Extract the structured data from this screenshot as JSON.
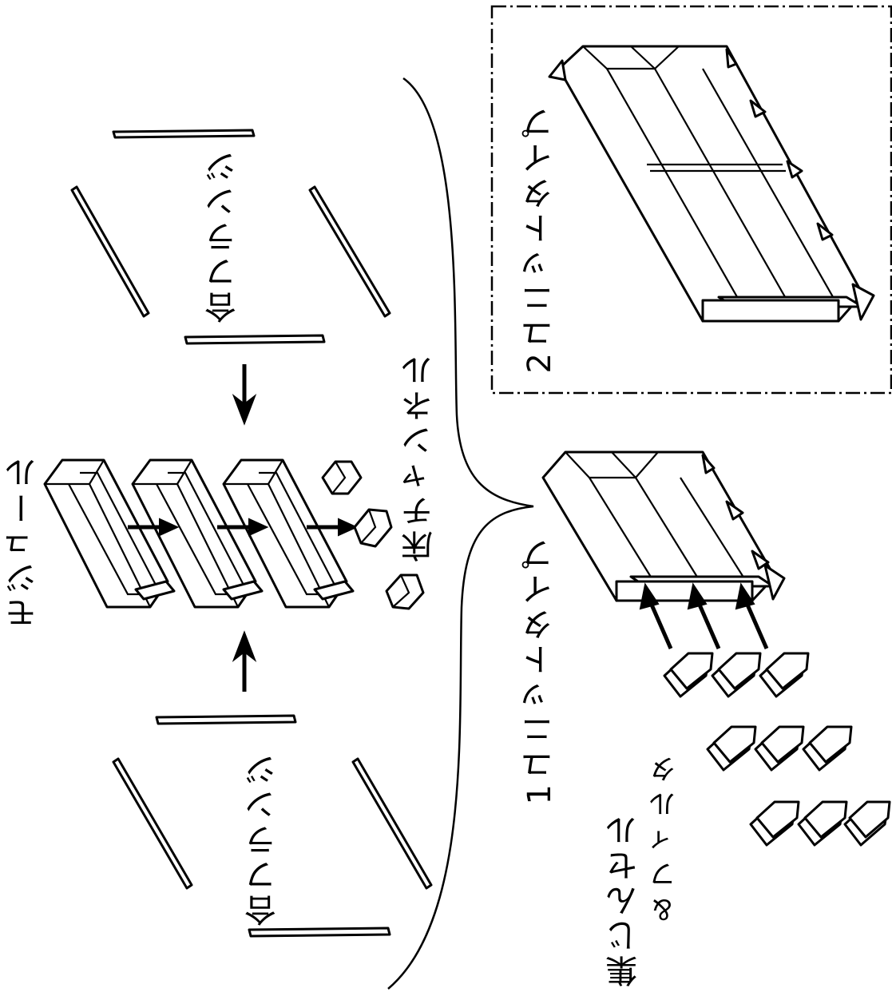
{
  "labels": {
    "module": "モジュール",
    "flange_top": "合フランジ",
    "flange_bottom": "合フランジ",
    "floor_channel": "床チャンネル",
    "one_unit": "1ユニットタイプ",
    "two_unit": "2ユニットタイプ",
    "dust_cell": "集じんセル",
    "filter": "＆フィルタ"
  },
  "colors": {
    "line": "#000000",
    "background": "#ffffff"
  }
}
